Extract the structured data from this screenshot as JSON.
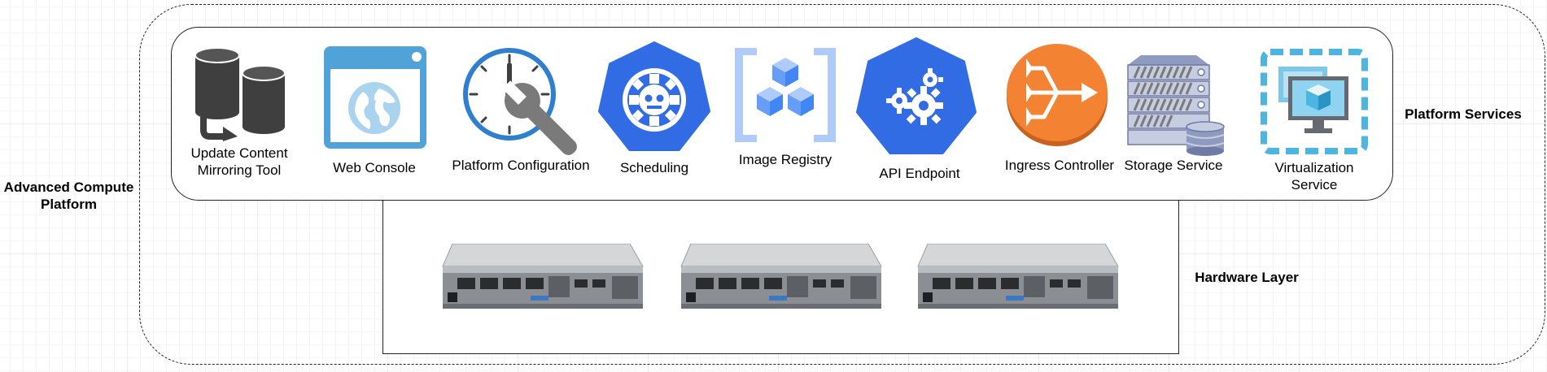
{
  "labels": {
    "platform_title_line1": "Advanced Compute",
    "platform_title_line2": "Platform",
    "platform_services": "Platform Services",
    "hardware_layer": "Hardware Layer"
  },
  "services": [
    {
      "name_line1": "Update Content",
      "name_line2": "Mirroring Tool",
      "icon": "database-sync-icon"
    },
    {
      "name_line1": "Web Console",
      "icon": "browser-globe-icon"
    },
    {
      "name_line1": "Platform Configuration",
      "icon": "clock-wrench-icon"
    },
    {
      "name_line1": "Scheduling",
      "icon": "kubernetes-scheduler-icon"
    },
    {
      "name_line1": "Image Registry",
      "icon": "container-registry-icon"
    },
    {
      "name_line1": "API Endpoint",
      "icon": "kubernetes-api-icon"
    },
    {
      "name_line1": "Ingress Controller",
      "icon": "ingress-router-icon"
    },
    {
      "name_line1": "Storage Service",
      "icon": "storage-server-icon"
    },
    {
      "name_line1": "Virtualization",
      "name_line2": "Service",
      "icon": "virtual-machine-icon"
    }
  ],
  "hardware": {
    "servers": [
      "server-node-icon",
      "server-node-icon",
      "server-node-icon"
    ]
  },
  "colors": {
    "blue_primary": "#326CE5",
    "blue_light": "#4FA3D8",
    "orange": "#F38233",
    "dark_gray": "#3f3f3f",
    "cyan": "#4DB6E0"
  }
}
